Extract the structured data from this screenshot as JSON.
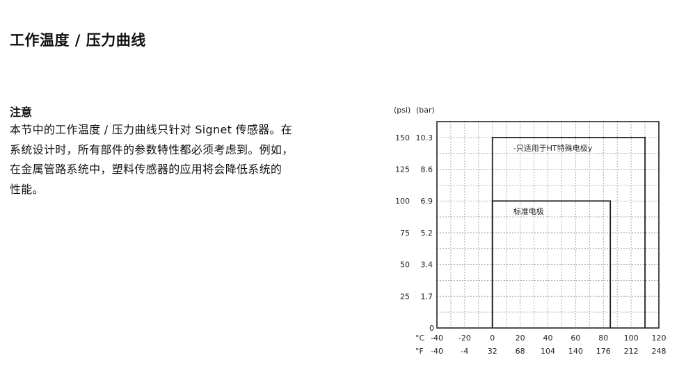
{
  "page": {
    "title": "工作温度 / 压力曲线",
    "note_heading": "注意",
    "note_lines": [
      "本节中的工作温度 / 压力曲线只针对 Signet 传感器。在",
      "系统设计时，所有部件的参数特性都必须考虑到。例如，",
      "在金属管路系统中，塑料传感器的应用将会降低系统的",
      "性能。"
    ]
  },
  "chart_data": {
    "type": "line",
    "title": "",
    "units": {
      "psi": "(psi)",
      "bar": "(bar)",
      "c": "°C",
      "f": "°F"
    },
    "xlim": [
      -40,
      120
    ],
    "ylim_psi": [
      0,
      162.5
    ],
    "x_grid_step": 10,
    "y_grid_step": 12.5,
    "x_ticks_c": [
      "-40",
      "-20",
      "0",
      "20",
      "40",
      "60",
      "80",
      "100",
      "120"
    ],
    "x_ticks_c_values": [
      -40,
      -20,
      0,
      20,
      40,
      60,
      80,
      100,
      120
    ],
    "x_ticks_f": [
      "-40",
      "-4",
      "32",
      "68",
      "104",
      "140",
      "176",
      "212",
      "248"
    ],
    "y_ticks_psi": [
      "0",
      "25",
      "50",
      "75",
      "100",
      "125",
      "150"
    ],
    "y_ticks_psi_values": [
      0,
      25,
      50,
      75,
      100,
      125,
      150
    ],
    "y_ticks_bar": [
      "1.7",
      "3.4",
      "5.2",
      "6.9",
      "8.6",
      "10.3"
    ],
    "y_ticks_bar_values": [
      25,
      50,
      75,
      100,
      125,
      150
    ],
    "series": [
      {
        "name": "标准电极",
        "label": "标准电极",
        "x": [
          0,
          0,
          85,
          85
        ],
        "y_psi": [
          0,
          100,
          100,
          0
        ]
      },
      {
        "name": "HT special electrode",
        "label": "-只适用于HT特殊电极y",
        "x": [
          0,
          0,
          110,
          110
        ],
        "y_psi": [
          0,
          150,
          150,
          0
        ]
      }
    ]
  }
}
